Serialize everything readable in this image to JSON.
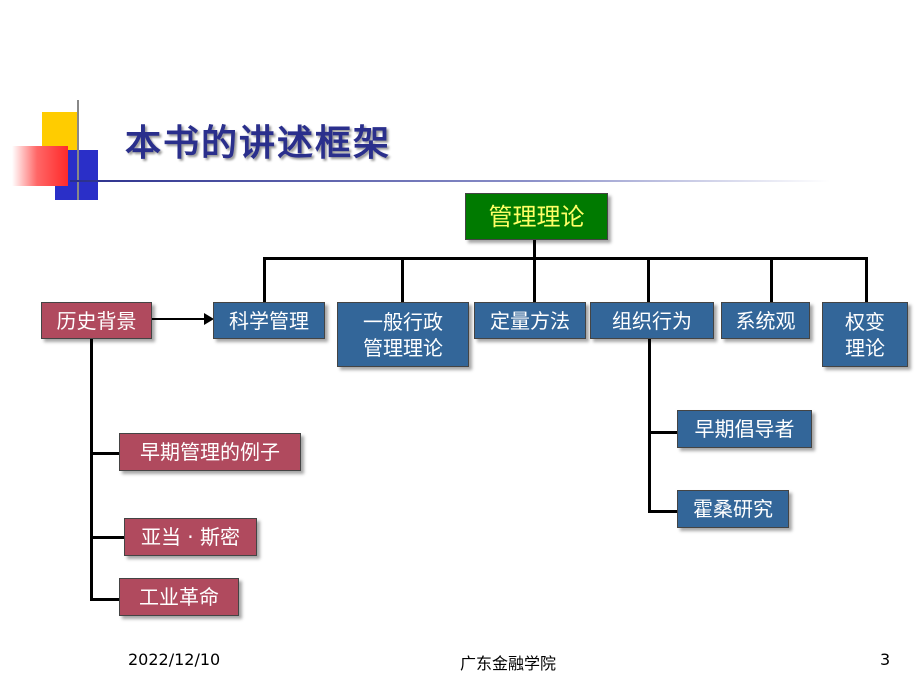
{
  "title": "本书的讲述框架",
  "root": "管理理论",
  "branches": {
    "scientific": "科学管理",
    "general_admin_1": "一般行政",
    "general_admin_2": "管理理论",
    "quantitative": "定量方法",
    "org_behavior": "组织行为",
    "systems": "系统观",
    "contingency_1": "权变",
    "contingency_2": "理论"
  },
  "history": {
    "label": "历史背景",
    "items": [
      "早期管理的例子",
      "亚当 · 斯密",
      "工业革命"
    ]
  },
  "org_behavior_children": [
    "早期倡导者",
    "霍桑研究"
  ],
  "footer": {
    "date": "2022/12/10",
    "institution": "广东金融学院",
    "page": "3"
  },
  "colors": {
    "node_blue": "#336699",
    "node_red": "#b04a5e",
    "root_green": "#007a00",
    "root_text": "#ffff66",
    "title": "#2a2f8c"
  }
}
